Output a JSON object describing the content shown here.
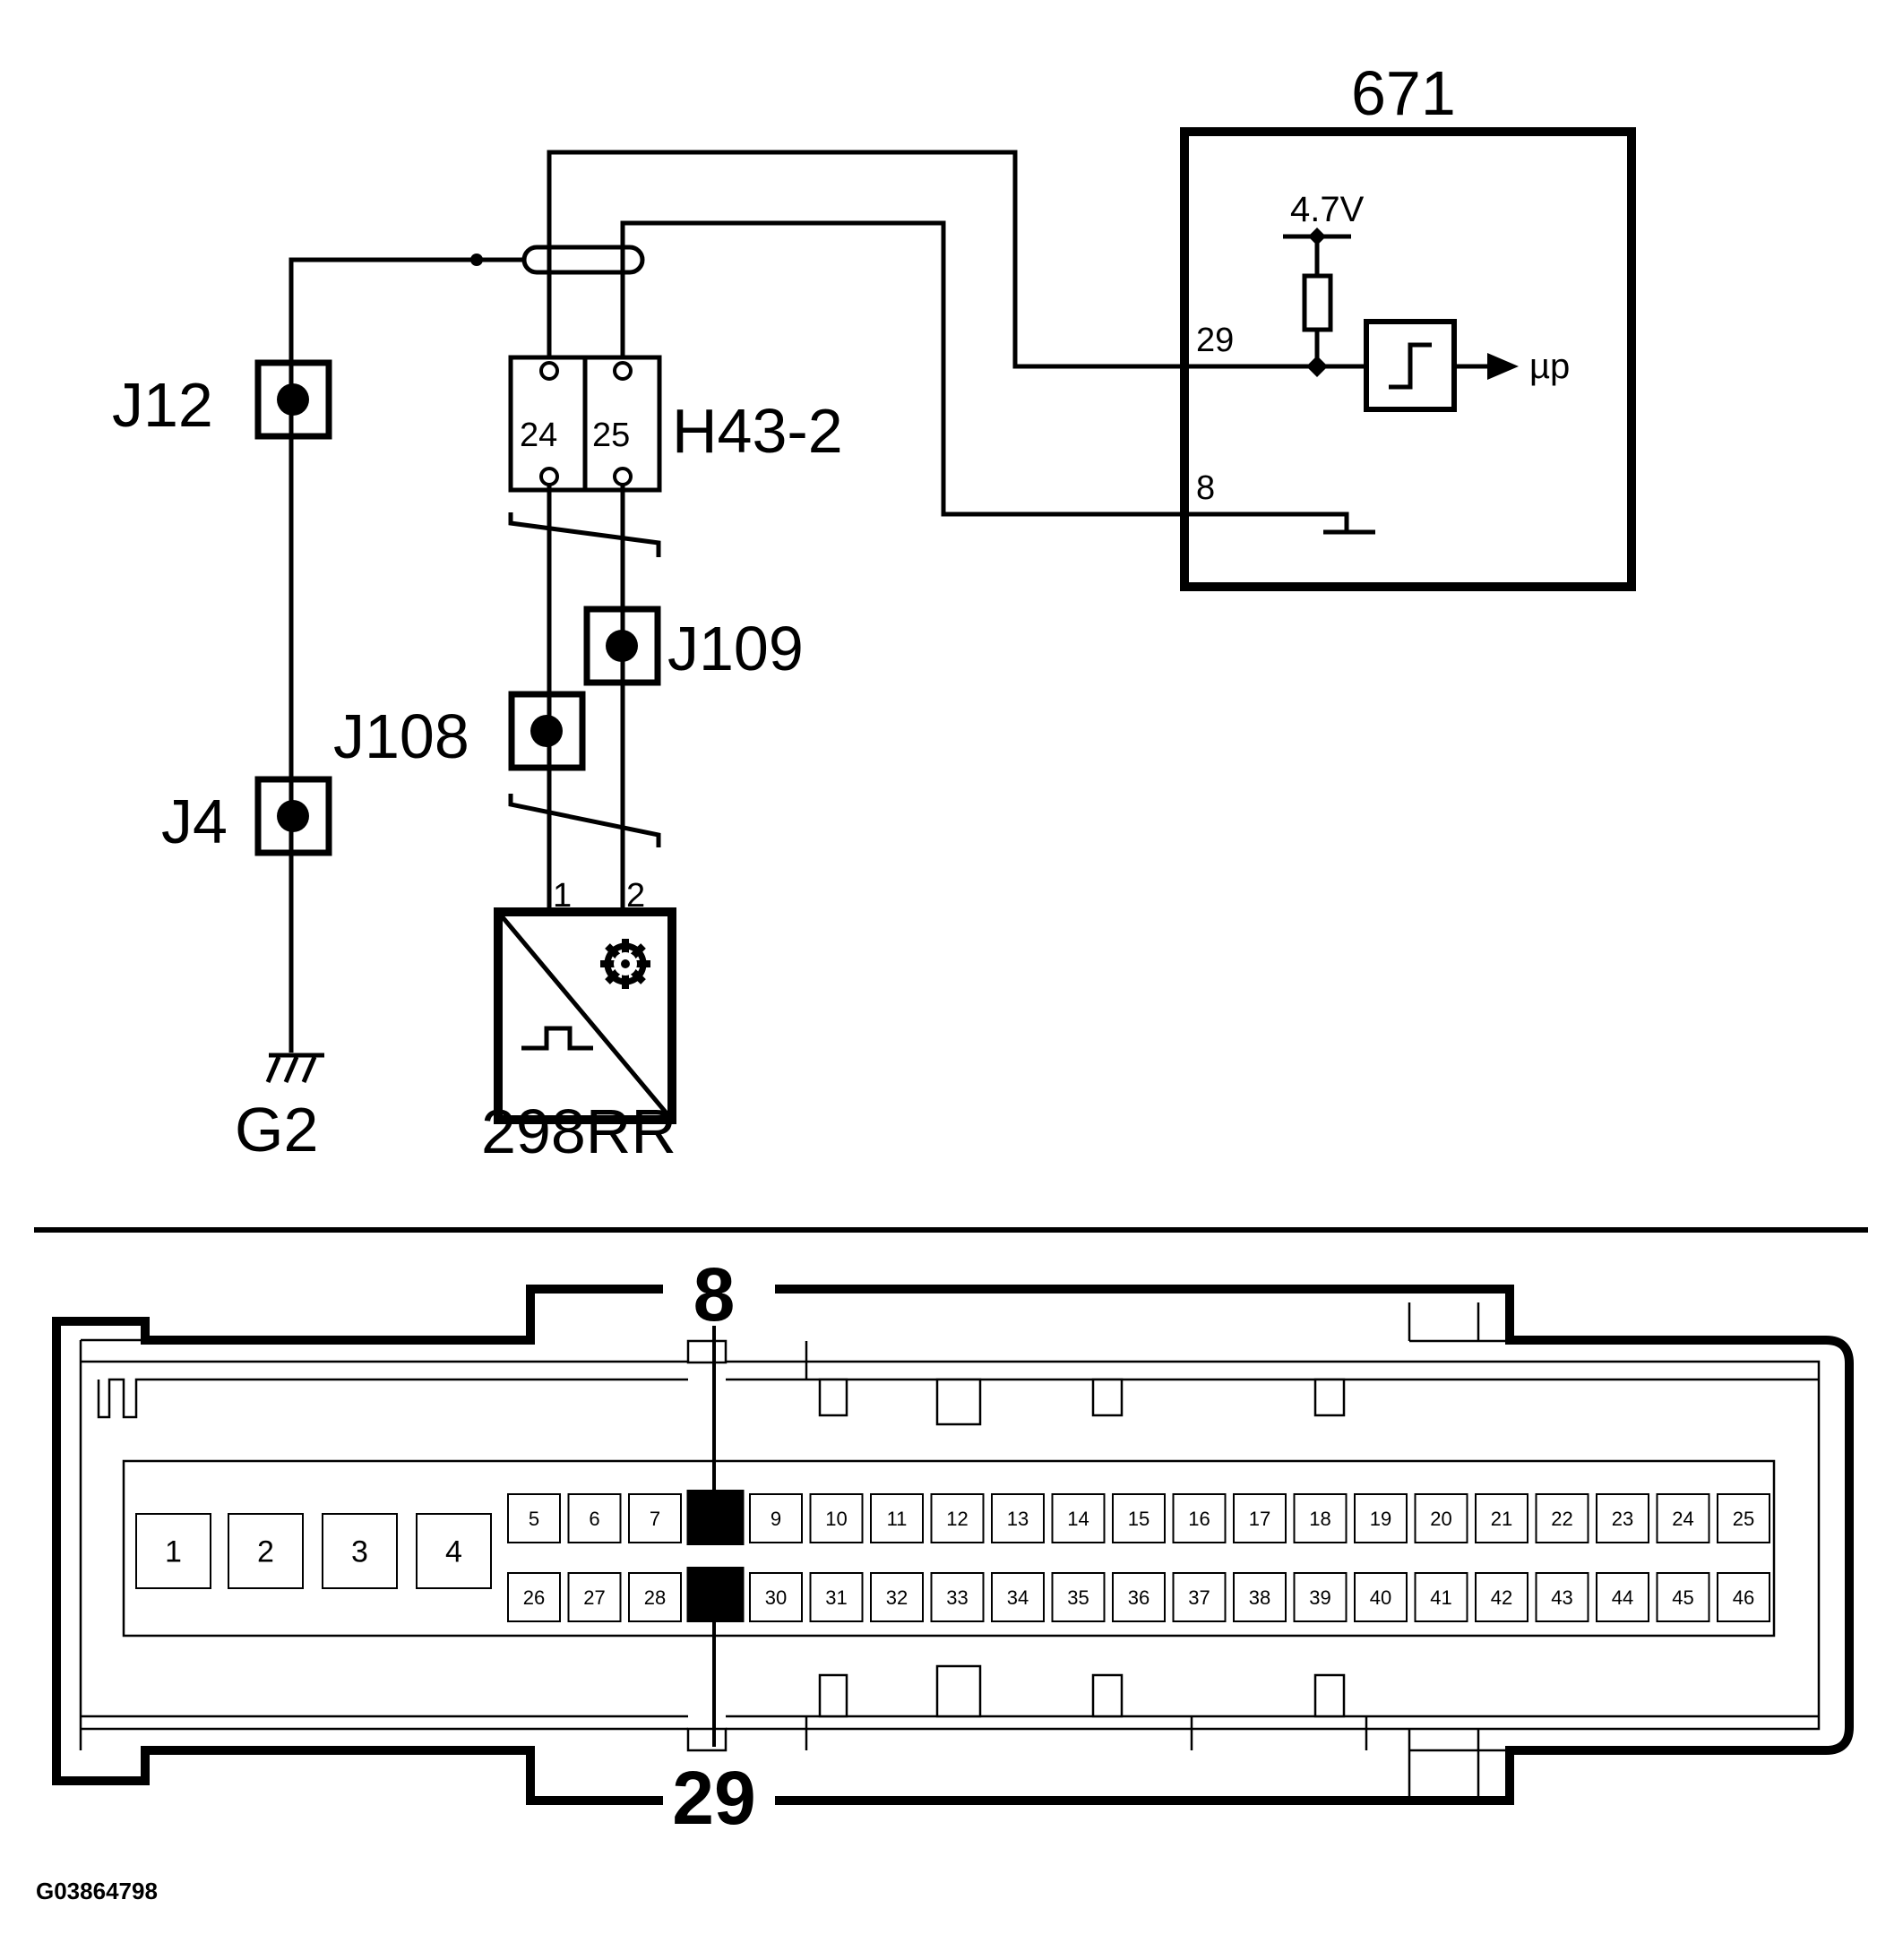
{
  "schematic": {
    "module": {
      "id": "671",
      "voltage": "4.7V",
      "output": "µp",
      "pin_a": "29",
      "pin_b": "8"
    },
    "connector": {
      "id": "H43-2",
      "pin_a": "24",
      "pin_b": "25"
    },
    "splices": [
      "J12",
      "J4",
      "J108",
      "J109"
    ],
    "sensor": {
      "id": "298RR",
      "pin_1": "1",
      "pin_2": "2"
    },
    "ground": "G2"
  },
  "connector_view": {
    "top_label": "8",
    "bottom_label": "29",
    "large_pins": [
      "1",
      "2",
      "3",
      "4"
    ],
    "row_top": [
      "5",
      "6",
      "7",
      "8",
      "9",
      "10",
      "11",
      "12",
      "13",
      "14",
      "15",
      "16",
      "17",
      "18",
      "19",
      "20",
      "21",
      "22",
      "23",
      "24",
      "25"
    ],
    "row_bottom": [
      "26",
      "27",
      "28",
      "29",
      "30",
      "31",
      "32",
      "33",
      "34",
      "35",
      "36",
      "37",
      "38",
      "39",
      "40",
      "41",
      "42",
      "43",
      "44",
      "45",
      "46"
    ],
    "highlighted_pins": [
      "8",
      "29"
    ]
  },
  "figure_id": "G03864798"
}
